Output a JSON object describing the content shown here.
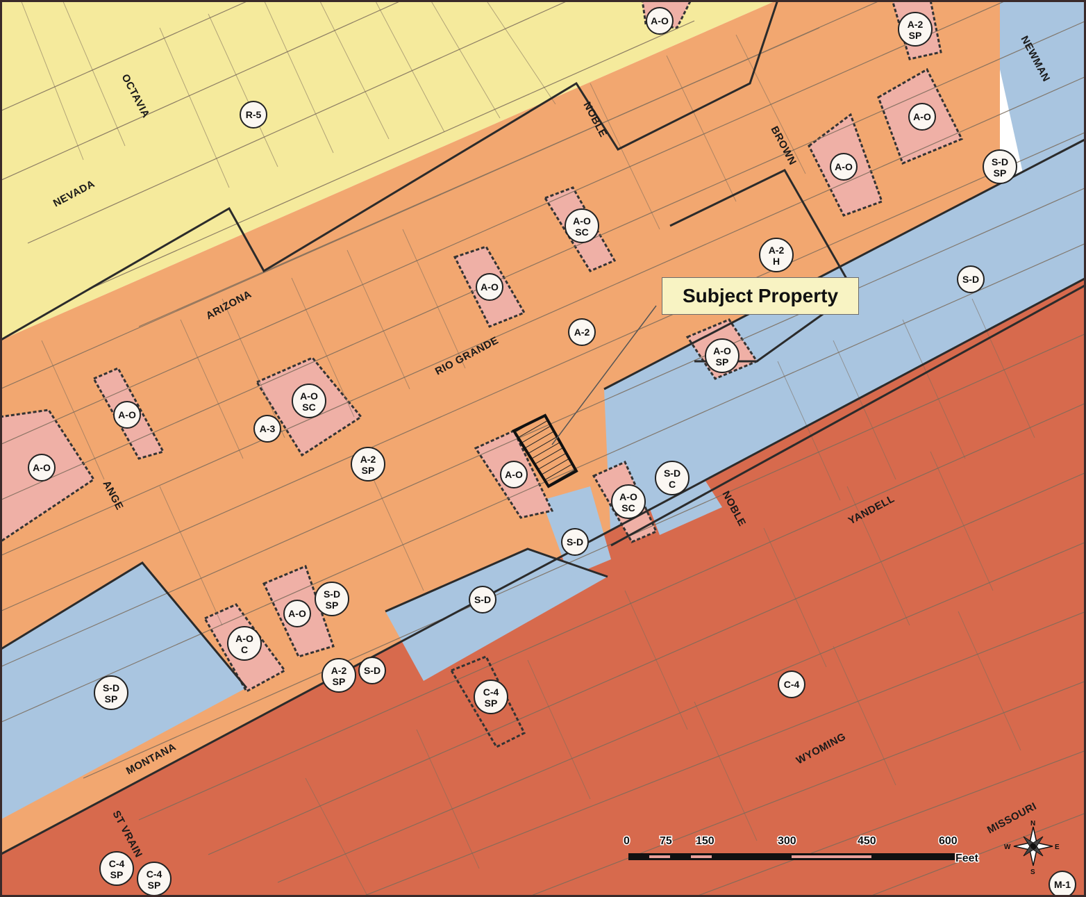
{
  "map": {
    "colors": {
      "residential_r5": "#f5ea9c",
      "apartment_a2": "#f2a770",
      "apartment_office": "#efb0a6",
      "special_development": "#a9c5e0",
      "commercial_c4": "#d76a4d",
      "parcel_line": "#7a6a5a",
      "zone_boundary": "#333333"
    },
    "streets": {
      "octavia": "OCTAVIA",
      "nevada": "NEVADA",
      "noble_north": "NOBLE",
      "brown": "BROWN",
      "newman": "NEWMAN",
      "arizona": "ARIZONA",
      "rio_grande": "RIO GRANDE",
      "ange": "ANGE",
      "noble_south": "NOBLE",
      "yandell": "YANDELL",
      "montana": "MONTANA",
      "wyoming": "WYOMING",
      "st_vrain": "ST VRAIN",
      "missouri": "MISSOURI"
    },
    "zones": [
      {
        "l1": "A-O",
        "l2": ""
      },
      {
        "l1": "A-2",
        "l2": "SP"
      },
      {
        "l1": "R-5",
        "l2": ""
      },
      {
        "l1": "A-O",
        "l2": ""
      },
      {
        "l1": "A-O",
        "l2": ""
      },
      {
        "l1": "S-D",
        "l2": "SP"
      },
      {
        "l1": "A-O",
        "l2": "SC"
      },
      {
        "l1": "A-2",
        "l2": "H"
      },
      {
        "l1": "A-O",
        "l2": ""
      },
      {
        "l1": "S-D",
        "l2": ""
      },
      {
        "l1": "A-2",
        "l2": ""
      },
      {
        "l1": "A-O",
        "l2": "SP"
      },
      {
        "l1": "A-O",
        "l2": ""
      },
      {
        "l1": "A-O",
        "l2": "SC"
      },
      {
        "l1": "A-3",
        "l2": ""
      },
      {
        "l1": "A-O",
        "l2": ""
      },
      {
        "l1": "A-2",
        "l2": "SP"
      },
      {
        "l1": "A-O",
        "l2": ""
      },
      {
        "l1": "S-D",
        "l2": "C"
      },
      {
        "l1": "A-O",
        "l2": "SC"
      },
      {
        "l1": "S-D",
        "l2": ""
      },
      {
        "l1": "S-D",
        "l2": ""
      },
      {
        "l1": "S-D",
        "l2": "SP"
      },
      {
        "l1": "A-O",
        "l2": ""
      },
      {
        "l1": "A-O",
        "l2": "C"
      },
      {
        "l1": "A-2",
        "l2": "SP"
      },
      {
        "l1": "S-D",
        "l2": ""
      },
      {
        "l1": "S-D",
        "l2": "SP"
      },
      {
        "l1": "C-4",
        "l2": "SP"
      },
      {
        "l1": "C-4",
        "l2": ""
      },
      {
        "l1": "C-4",
        "l2": "SP"
      },
      {
        "l1": "C-4",
        "l2": "SP"
      },
      {
        "l1": "M-1",
        "l2": ""
      }
    ],
    "callout": {
      "label": "Subject Property"
    },
    "scale_bar": {
      "ticks": [
        "0",
        "75",
        "150",
        "300",
        "450",
        "600"
      ],
      "unit": "Feet"
    },
    "compass": {
      "n": "N",
      "s": "S",
      "e": "E",
      "w": "W"
    }
  }
}
